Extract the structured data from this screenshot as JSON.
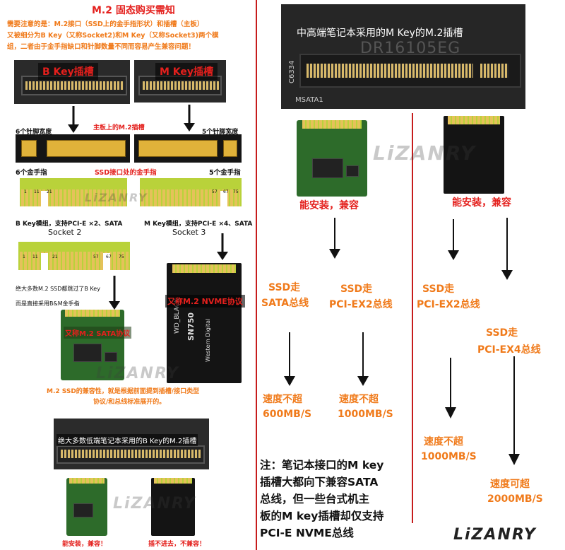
{
  "left": {
    "title": "M.2 固态购买需知",
    "intro": [
      "需要注意的是：M.2接口（SSD上的金手指形状）和插槽（主板）",
      "又被细分为B Key（又称Socket2)和M Key（又称Socket3)两个模",
      "组，二者由于金手指缺口和针脚数量不同而容易产生兼容问题！"
    ],
    "b_key_slot_label": "B Key插槽",
    "m_key_slot_label": "M Key插槽",
    "six_pin_width": "6个针脚宽度",
    "mainboard_slot_note": "主板上的M.2插槽",
    "five_pin_width": "5个针脚宽度",
    "six_fingers": "6个金手指",
    "ssd_finger_note": "SSD接口处的金手指",
    "five_fingers": "5个金手指",
    "b_pin_numbers": [
      "1",
      "11",
      "21"
    ],
    "m_pin_numbers": [
      "57",
      "67",
      "75"
    ],
    "bm_pin_numbers": [
      "1",
      "11",
      "21",
      "57",
      "67",
      "75"
    ],
    "b_key_desc": "B Key模组，支持PCI-E ×2、SATA",
    "m_key_desc": "M Key模组，支持PCI-E ×4、SATA",
    "socket2": "Socket 2",
    "socket3": "Socket 3",
    "most_ssd_note_1": "绝大多数M.2 SSD都跳过了B Key",
    "most_ssd_note_2": "而是直接采用B&M金手指",
    "sata_protocol": "又称M.2 SATA协议",
    "nvme_protocol": "又称M.2 NVME协议",
    "ssd_brand_1": "WD_BLACK",
    "ssd_brand_2": "SN750",
    "ssd_brand_3": "Western Digital",
    "compat_note_1": "M.2 SSD的兼容性，就是根据前面提到插槽/接口类型",
    "compat_note_2": "协议/和总线标准展开的。",
    "low_end_slot": "绝大多数低端笔记本采用的B Key的M.2插槽",
    "can_install": "能安装，兼容！",
    "cannot_install": "插不进去，不兼容！",
    "watermark": "LiZANRY"
  },
  "right": {
    "high_end_slot": "中高端笔记本采用的M Key的M.2插槽",
    "slot_code": "DR16105EG",
    "slot_model": "C6334",
    "slot_marking": "MSATA1",
    "col1_install": "能安装，兼容",
    "col2_install": "能安装，兼容",
    "col1a_bus_1": "SSD走",
    "col1a_bus_2": "SATA总线",
    "col1b_bus_1": "SSD走",
    "col1b_bus_2": "PCI-EX2总线",
    "col2a_bus_1": "SSD走",
    "col2a_bus_2": "PCI-EX2总线",
    "col2b_bus_1": "SSD走",
    "col2b_bus_2": "PCI-EX4总线",
    "speed1_1": "速度不超",
    "speed1_2": "600MB/S",
    "speed2_1": "速度不超",
    "speed2_2": "1000MB/S",
    "speed3_1": "速度不超",
    "speed3_2": "1000MB/S",
    "speed4_1": "速度可超",
    "speed4_2": "2000MB/S",
    "note": [
      "注：笔记本接口的M key",
      "插槽大都向下兼容SATA",
      "总线，但一些台式机主",
      "板的M key插槽却仅支持",
      "PCI-E NVME总线"
    ],
    "watermark": "LiZANRY",
    "logo": "LiZANRY"
  },
  "colors": {
    "accent_red": "#e4201d",
    "orange": "#f07a1a",
    "gold": "#e0b23a",
    "finger_green": "#b9d23a",
    "pcb_green": "#2d6b2a"
  }
}
